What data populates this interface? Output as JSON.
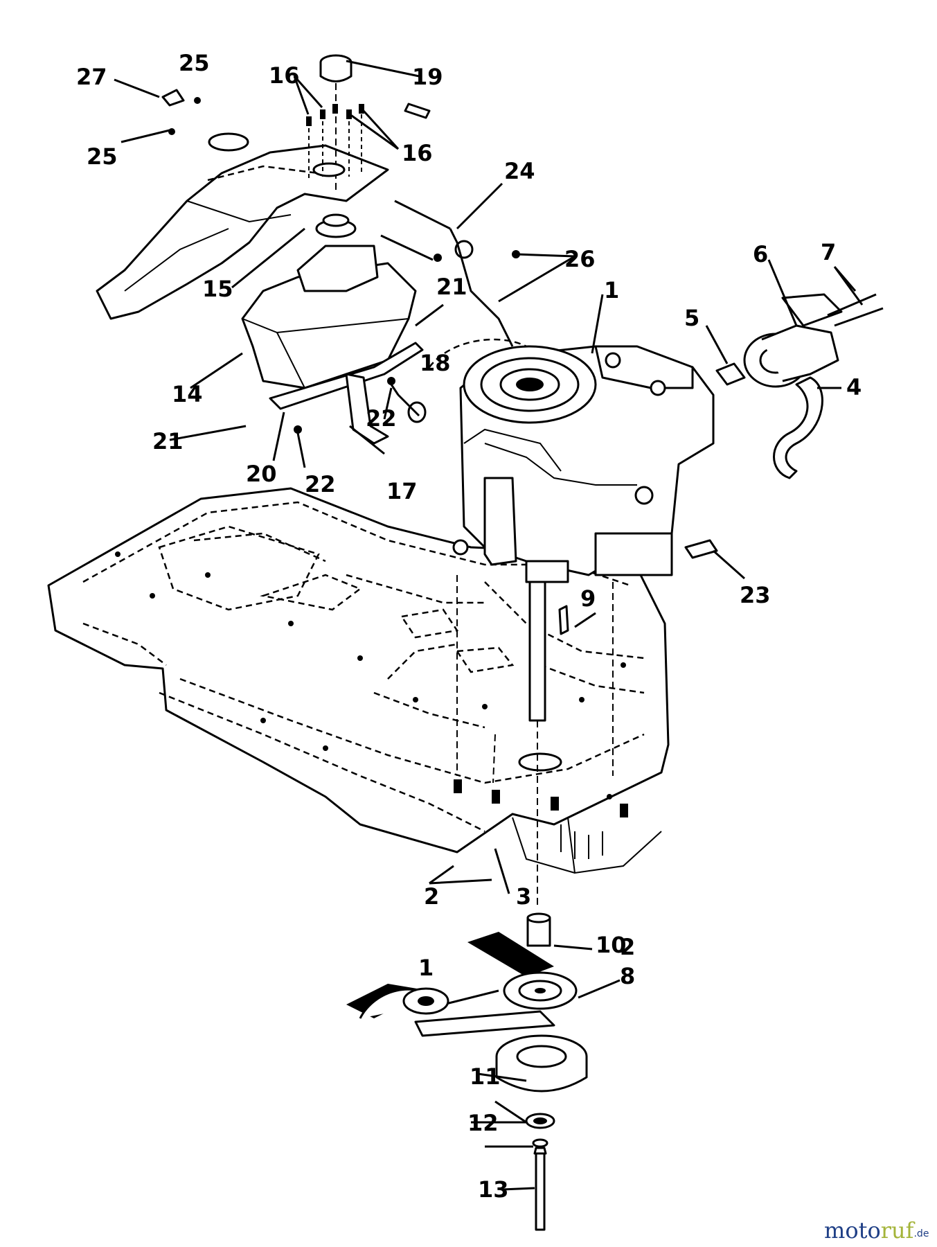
{
  "part_labels": {
    "p1a": "1",
    "p1b": "1",
    "p2a": "2",
    "p2b": "2",
    "p3": "3",
    "p4": "4",
    "p5": "5",
    "p6": "6",
    "p7": "7",
    "p8": "8",
    "p9": "9",
    "p10": "10",
    "p11": "11",
    "p12": "12",
    "p13": "13",
    "p14": "14",
    "p15": "15",
    "p16a": "16",
    "p16b": "16",
    "p17": "17",
    "p18": "18",
    "p19": "19",
    "p20": "20",
    "p21a": "21",
    "p21b": "21",
    "p22a": "22",
    "p22b": "22",
    "p23": "23",
    "p24": "24",
    "p25a": "25",
    "p25b": "25",
    "p26": "26",
    "p27": "27"
  },
  "watermark": {
    "part1": "moto",
    "part2": "ruf",
    "suffix": ".de"
  },
  "colors": {
    "ink": "#000000",
    "paper": "#ffffff",
    "watermark_blue": "#1f3f86",
    "watermark_green": "#a4b43a"
  }
}
